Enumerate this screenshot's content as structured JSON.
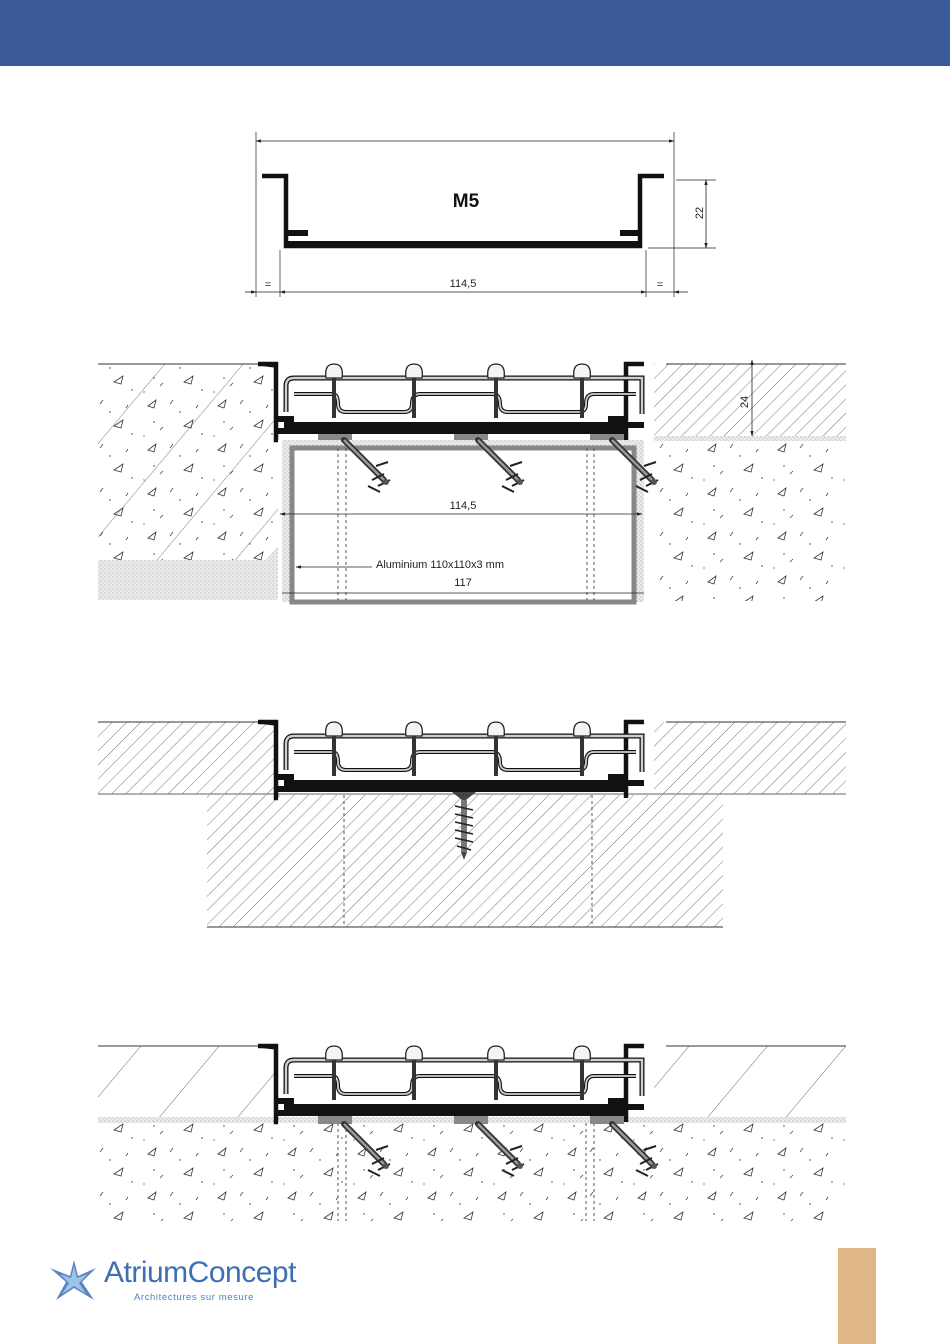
{
  "header": {
    "color": "#3a5a99"
  },
  "profile_section": {
    "title": "M5",
    "dim_height": "22",
    "dim_width": "114,5",
    "dim_equal_left": "=",
    "dim_equal_right": "="
  },
  "section_aluminium": {
    "dim_height": "24",
    "dim_width": "114,5",
    "callout": "Aluminium 110x110x3 mm",
    "dim_opening": "117"
  },
  "logo": {
    "name": "AtriumConcept",
    "tagline": "Architectures sur mesure",
    "icon": "star-logo-icon"
  },
  "footer": {
    "tab_color": "#e0b887"
  }
}
